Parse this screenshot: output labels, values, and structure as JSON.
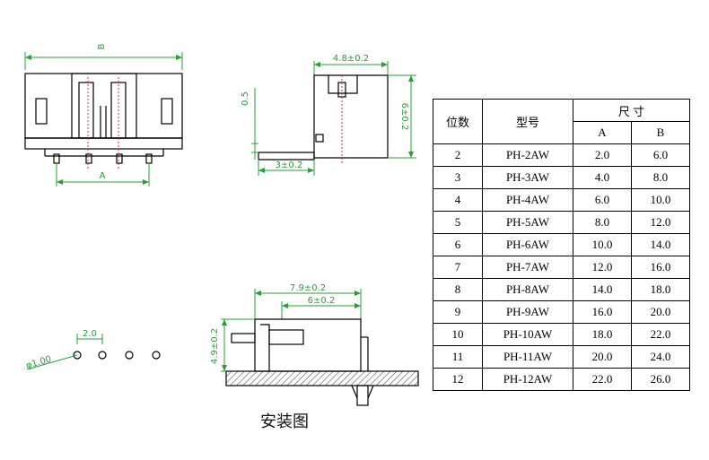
{
  "drawing": {
    "front_view": {
      "dim_B": "B",
      "dim_A": "A"
    },
    "side_view": {
      "dim_top": "4.8±0.2",
      "dim_left": "0.5",
      "dim_right": "6±0.2",
      "dim_bottom": "3±0.2"
    },
    "pcb_layout": {
      "pitch": "2.0",
      "hole": "φ1.00"
    },
    "mount_view": {
      "dim_top1": "7.9±0.2",
      "dim_top2": "6±0.2",
      "dim_left": "4.9±0.2"
    },
    "caption": "安装图"
  },
  "table": {
    "headers": {
      "positions": "位数",
      "model": "型号",
      "dimensions": "尺 寸",
      "a": "A",
      "b": "B"
    },
    "rows": [
      [
        "2",
        "PH-2AW",
        "2.0",
        "6.0"
      ],
      [
        "3",
        "PH-3AW",
        "4.0",
        "8.0"
      ],
      [
        "4",
        "PH-4AW",
        "6.0",
        "10.0"
      ],
      [
        "5",
        "PH-5AW",
        "8.0",
        "12.0"
      ],
      [
        "6",
        "PH-6AW",
        "10.0",
        "14.0"
      ],
      [
        "7",
        "PH-7AW",
        "12.0",
        "16.0"
      ],
      [
        "8",
        "PH-8AW",
        "14.0",
        "18.0"
      ],
      [
        "9",
        "PH-9AW",
        "16.0",
        "20.0"
      ],
      [
        "10",
        "PH-10AW",
        "18.0",
        "22.0"
      ],
      [
        "11",
        "PH-11AW",
        "20.0",
        "24.0"
      ],
      [
        "12",
        "PH-12AW",
        "22.0",
        "26.0"
      ]
    ]
  }
}
